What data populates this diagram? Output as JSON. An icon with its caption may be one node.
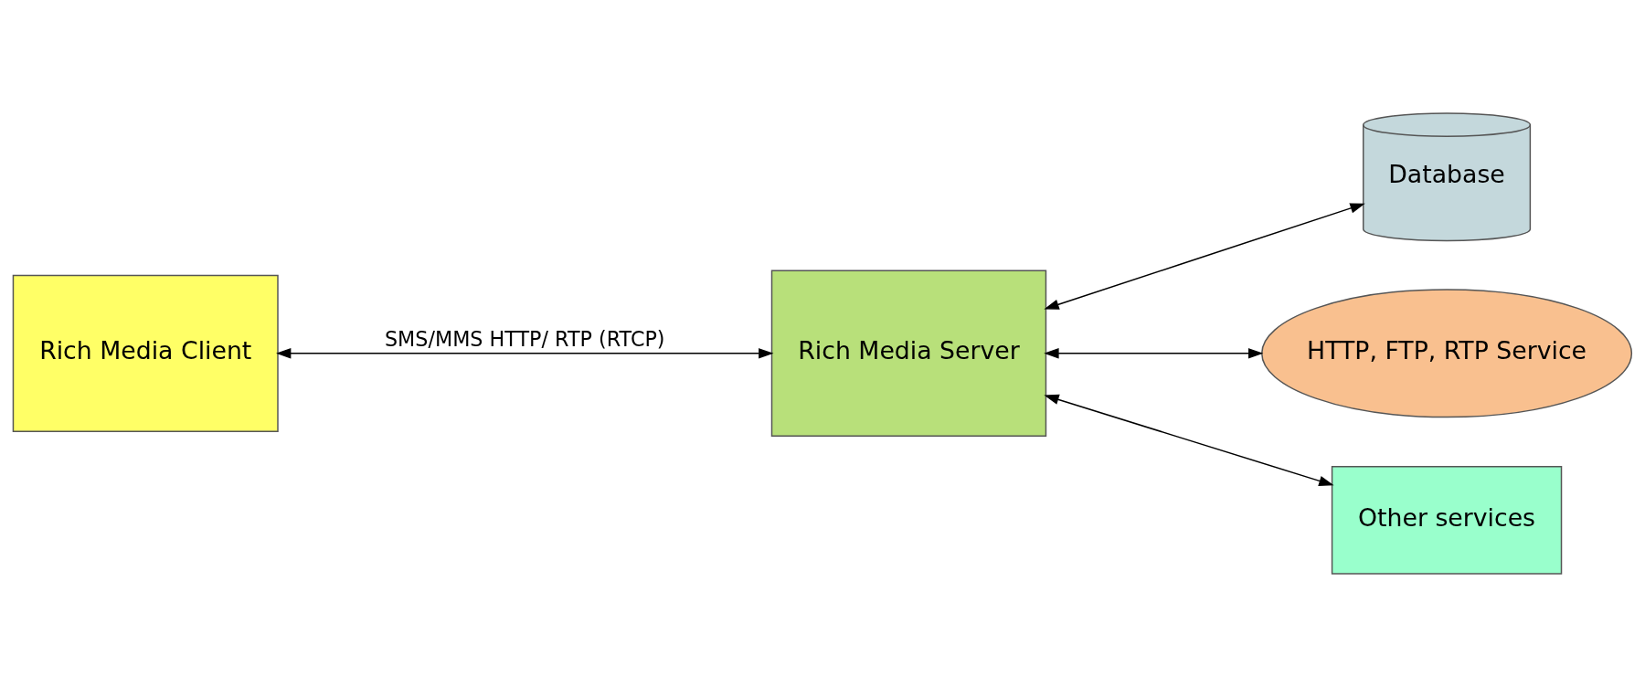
{
  "diagram": {
    "nodes": [
      {
        "text": [
          "Rich Media Client"
        ]
      },
      {
        "text": [
          "Rich Media Server"
        ]
      },
      {
        "text": [
          "Database"
        ]
      },
      {
        "text": [
          "HTTP, FTP, RTP Service"
        ]
      },
      {
        "text": [
          "Other services"
        ]
      }
    ],
    "edges": [
      {
        "from": 0,
        "to": 1,
        "arrow": "both",
        "label": "SMS/MMS HTTP/ RTP (RTCP)"
      },
      {
        "from": 1,
        "to": 2,
        "arrow": "both"
      },
      {
        "from": 1,
        "to": 3,
        "arrow": "both"
      },
      {
        "from": 1,
        "to": 4,
        "arrow": "both"
      }
    ]
  }
}
